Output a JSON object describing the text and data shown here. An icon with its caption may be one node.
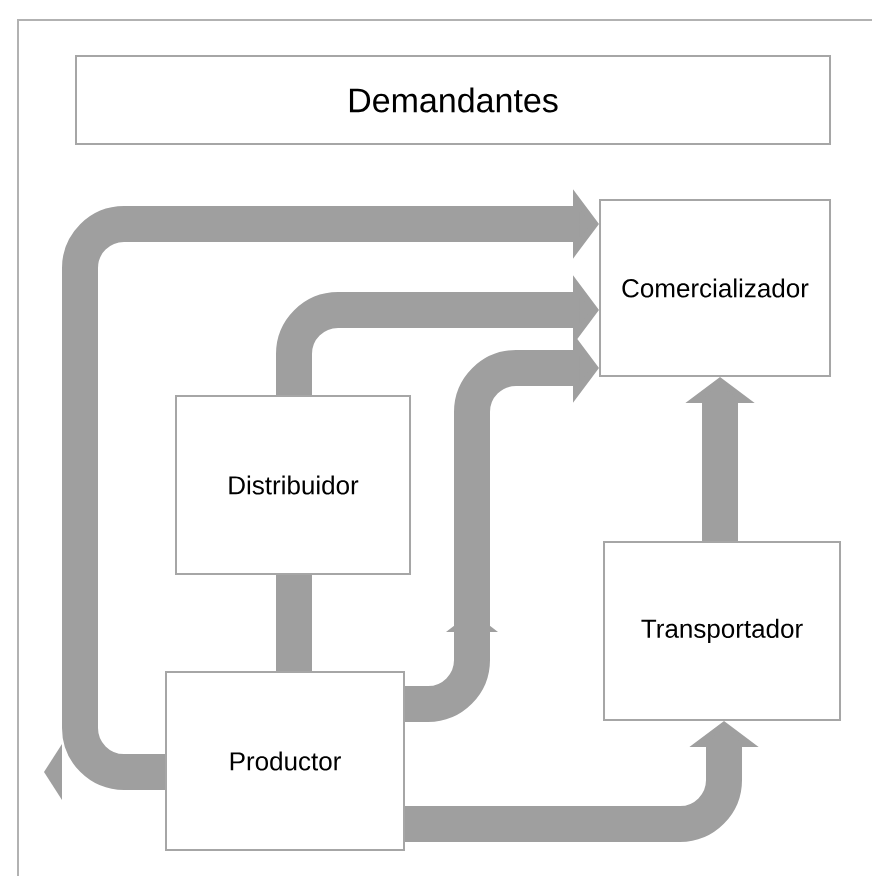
{
  "diagram": {
    "nodes": [
      {
        "text": [
          "Demandantes"
        ]
      },
      {
        "text": [
          "Comercializador"
        ]
      },
      {
        "text": [
          "Distribuidor"
        ]
      },
      {
        "text": [
          "Transportador"
        ]
      },
      {
        "text": [
          "Productor"
        ]
      }
    ],
    "edges": [
      {
        "from": 4,
        "to": 1,
        "arrow": "to"
      },
      {
        "from": 4,
        "to": 2,
        "arrow": "none"
      },
      {
        "from": 2,
        "to": 1,
        "arrow": "to"
      },
      {
        "from": 4,
        "to": 1,
        "arrow": "to"
      },
      {
        "from": 4,
        "to": 3,
        "arrow": "to"
      },
      {
        "from": 3,
        "to": 1,
        "arrow": "to"
      }
    ]
  }
}
